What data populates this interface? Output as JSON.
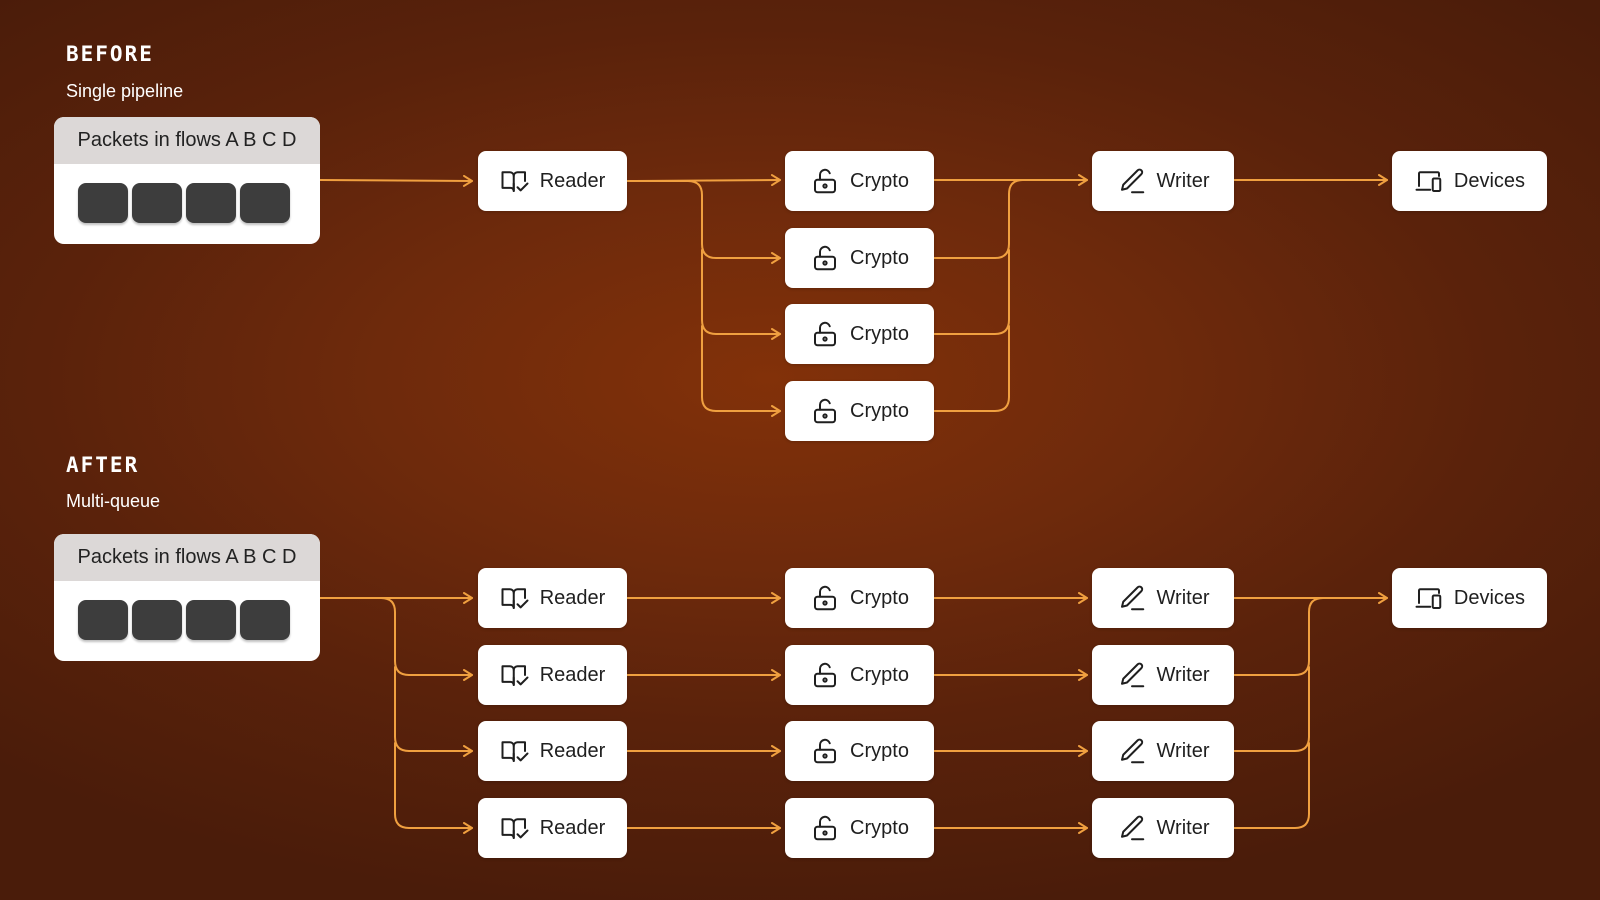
{
  "before": {
    "title": "BEFORE",
    "subtitle": "Single pipeline",
    "packets_label": "Packets in flows A B C D",
    "reader_label": "Reader",
    "crypto_labels": [
      "Crypto",
      "Crypto",
      "Crypto",
      "Crypto"
    ],
    "writer_label": "Writer",
    "devices_label": "Devices"
  },
  "after": {
    "title": "AFTER",
    "subtitle": "Multi-queue",
    "packets_label": "Packets in flows A B C D",
    "reader_labels": [
      "Reader",
      "Reader",
      "Reader",
      "Reader"
    ],
    "crypto_labels": [
      "Crypto",
      "Crypto",
      "Crypto",
      "Crypto"
    ],
    "writer_labels": [
      "Writer",
      "Writer",
      "Writer",
      "Writer"
    ],
    "devices_label": "Devices"
  },
  "colors": {
    "connector": "#f0a040",
    "background": "#6e2a0c",
    "node": "#ffffff",
    "packet": "#3d3d3d"
  },
  "icons": {
    "reader": "book-check-icon",
    "crypto": "unlock-icon",
    "writer": "pencil-icon",
    "devices": "devices-icon"
  }
}
